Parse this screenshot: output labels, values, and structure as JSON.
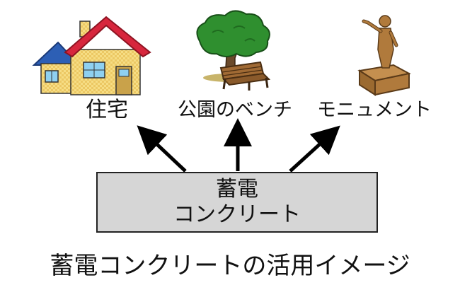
{
  "labels": {
    "house": "住宅",
    "bench": "公園のベンチ",
    "monument": "モニュメント"
  },
  "center_box": {
    "line1": "蓄電",
    "line2": "コンクリート"
  },
  "caption": "蓄電コンクリートの活用イメージ",
  "icons": [
    "house-icon",
    "park-bench-icon",
    "statue-icon"
  ],
  "colors": {
    "box_fill": "#d6d6d6",
    "roof": "#d7263d",
    "house_wall": "#f3d77a",
    "tree": "#2f8f2f",
    "bench": "#8a5a2b",
    "statue": "#b07a3c"
  }
}
